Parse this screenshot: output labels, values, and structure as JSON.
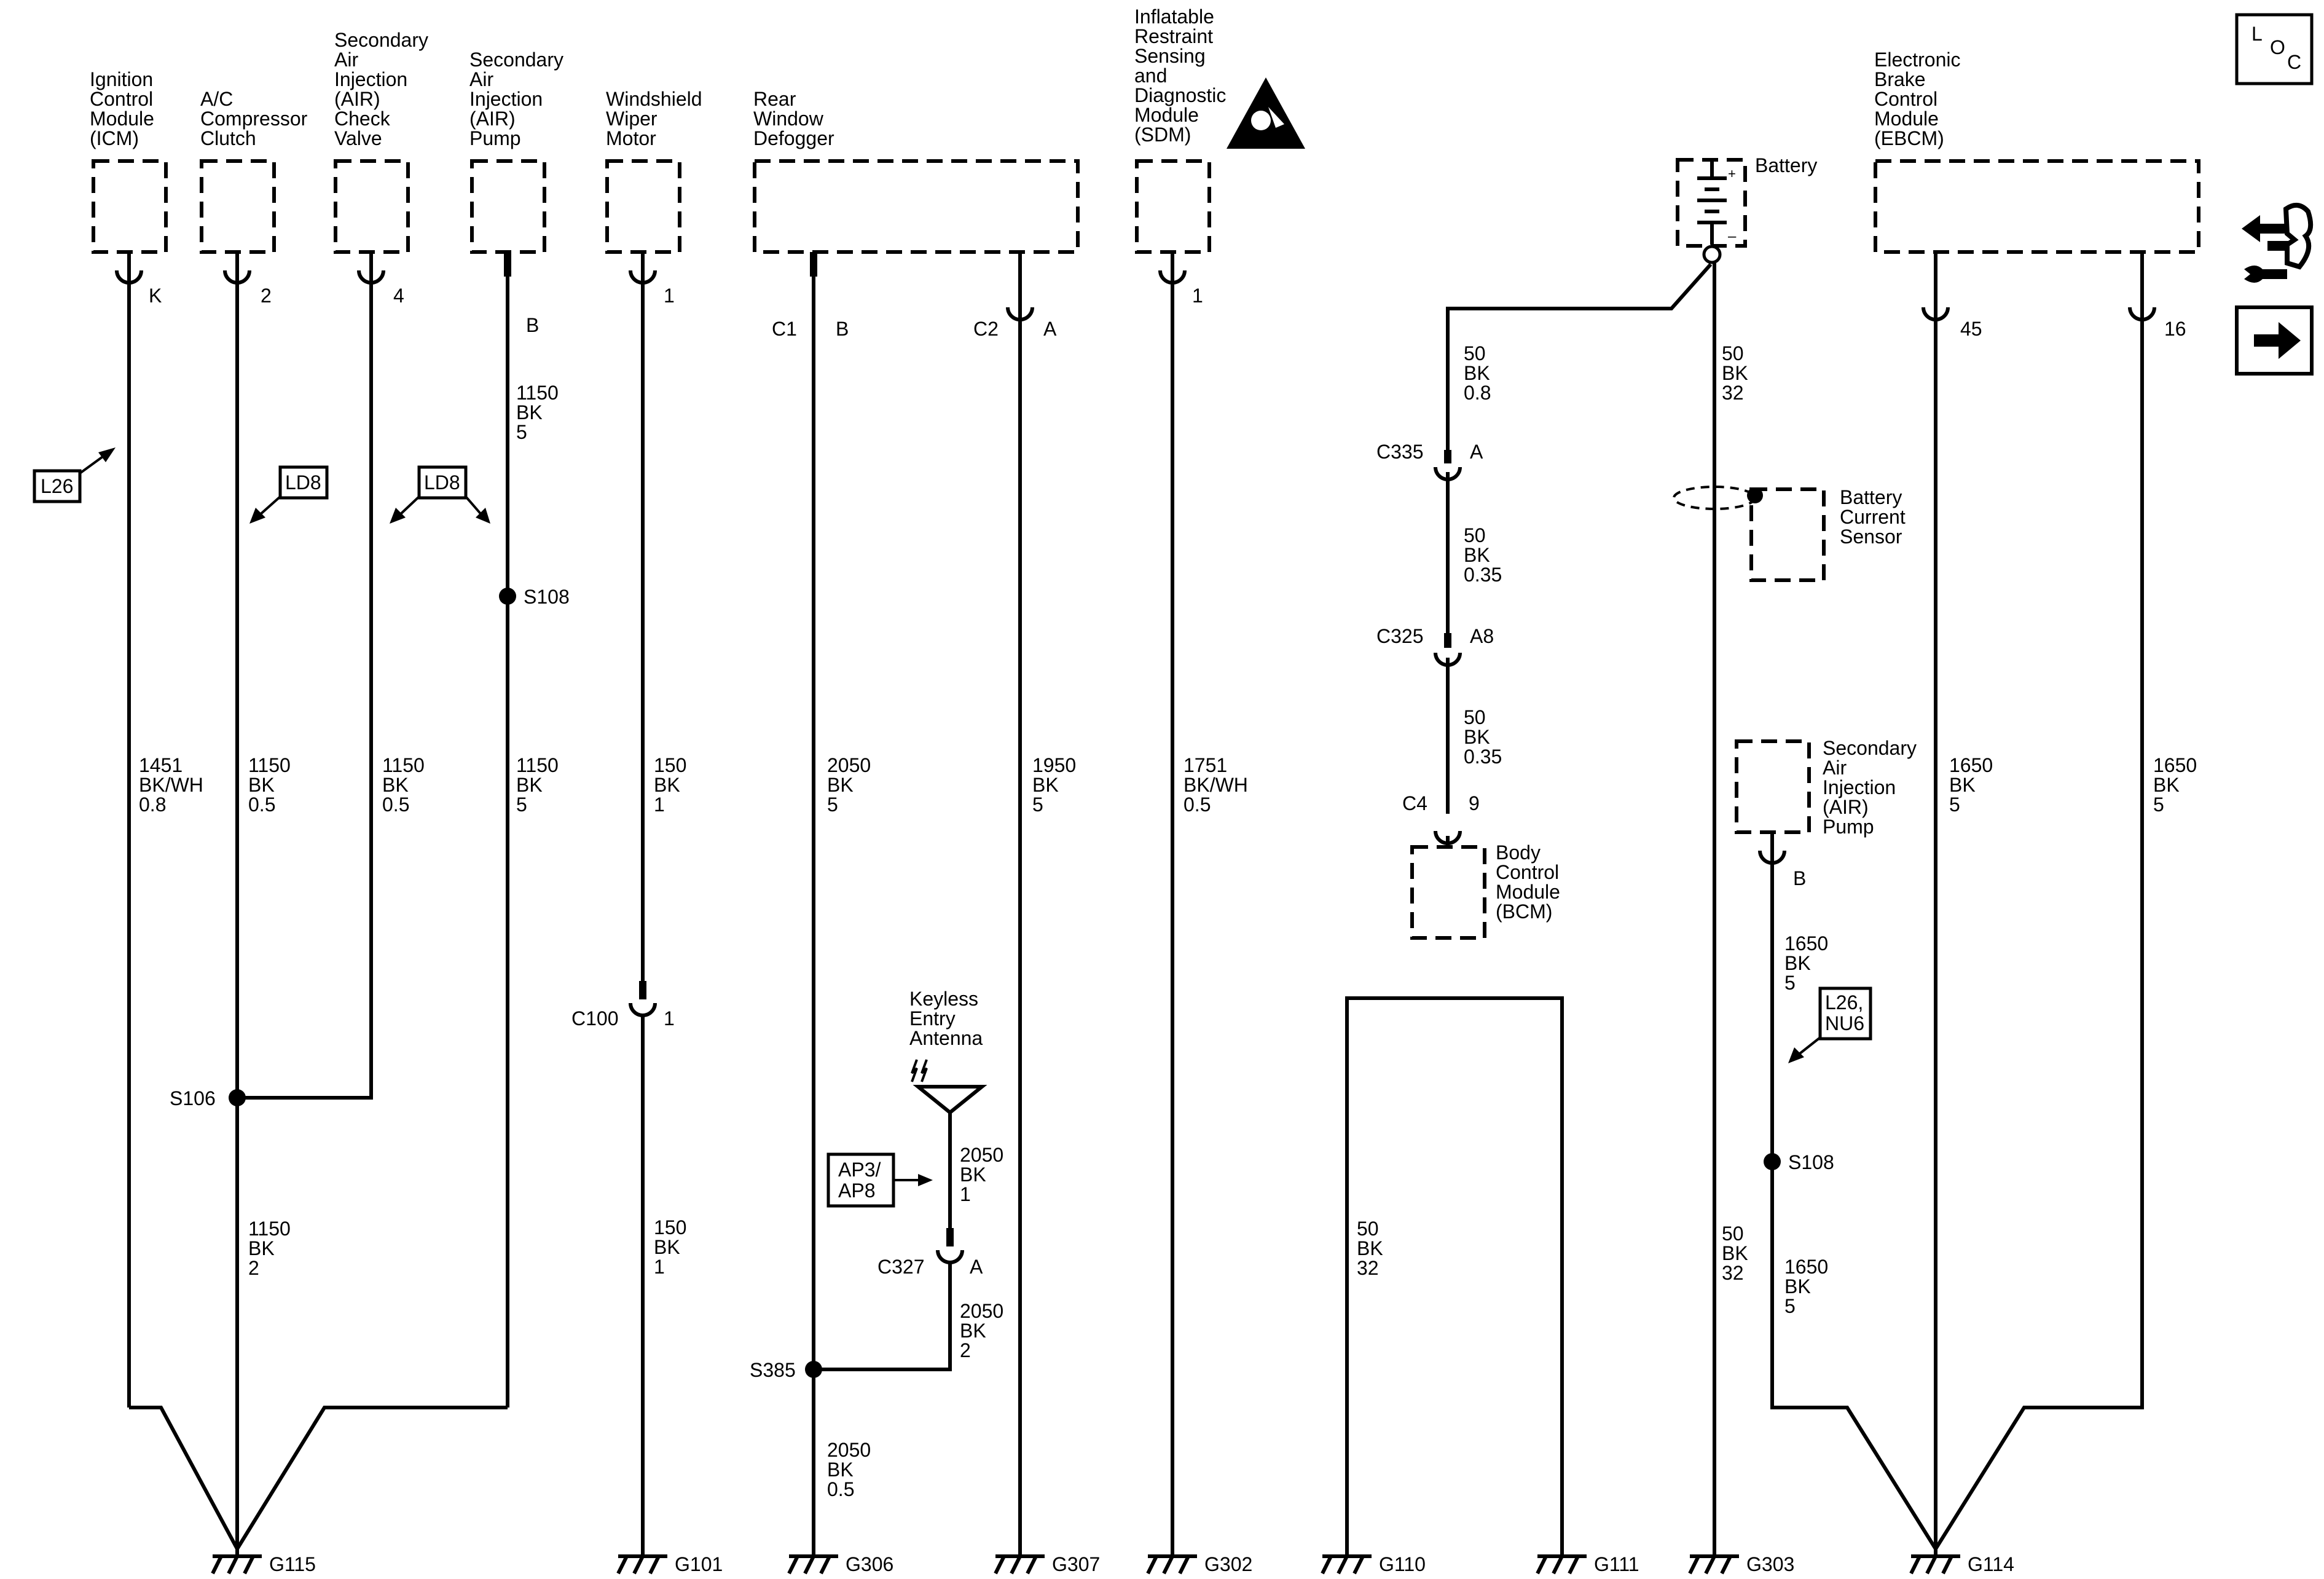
{
  "components": [
    {
      "id": "icm",
      "label_lines": [
        "Ignition",
        "Control",
        "Module",
        "(ICM)"
      ],
      "pin": "K"
    },
    {
      "id": "ac",
      "label_lines": [
        "A/C",
        "Compressor",
        "Clutch"
      ],
      "pin": "2"
    },
    {
      "id": "aircv",
      "label_lines": [
        "Secondary",
        "Air",
        "Injection",
        "(AIR)",
        "Check",
        "Valve"
      ],
      "pin": "4"
    },
    {
      "id": "airpump",
      "label_lines": [
        "Secondary",
        "Air",
        "Injection",
        "(AIR)",
        "Pump"
      ],
      "pin": "B"
    },
    {
      "id": "wiper",
      "label_lines": [
        "Windshield",
        "Wiper",
        "Motor"
      ],
      "pin": "1"
    },
    {
      "id": "defog",
      "label_lines": [
        "Rear",
        "Window",
        "Defogger"
      ],
      "pins": [
        {
          "conn": "C1",
          "pin": "B"
        },
        {
          "conn": "C2",
          "pin": "A"
        }
      ]
    },
    {
      "id": "sdm",
      "label_lines": [
        "Inflatable",
        "Restraint",
        "Sensing",
        "and",
        "Diagnostic",
        "Module",
        "(SDM)"
      ],
      "pin": "1"
    },
    {
      "id": "battery",
      "label_lines": [
        "Battery"
      ]
    },
    {
      "id": "ebcm",
      "label_lines": [
        "Electronic",
        "Brake",
        "Control",
        "Module",
        "(EBCM)"
      ],
      "pins": [
        "45",
        "16"
      ]
    },
    {
      "id": "bcs",
      "label_lines": [
        "Battery",
        "Current",
        "Sensor"
      ]
    },
    {
      "id": "bcm",
      "label_lines": [
        "Body",
        "Control",
        "Module",
        "(BCM)"
      ],
      "conn": "C4",
      "pin": "9"
    },
    {
      "id": "airpump2",
      "label_lines": [
        "Secondary",
        "Air",
        "Injection",
        "(AIR)",
        "Pump"
      ],
      "pin": "B"
    },
    {
      "id": "antenna",
      "label_lines": [
        "Keyless",
        "Entry",
        "Antenna"
      ]
    }
  ],
  "wires": [
    [
      "1451",
      "BK/WH",
      "0.8"
    ],
    [
      "1150",
      "BK",
      "0.5"
    ],
    [
      "1150",
      "BK",
      "0.5"
    ],
    [
      "1150",
      "BK",
      "5"
    ],
    [
      "1150",
      "BK",
      "5"
    ],
    [
      "1150",
      "BK",
      "2"
    ],
    [
      "150",
      "BK",
      "1"
    ],
    [
      "150",
      "BK",
      "1"
    ],
    [
      "2050",
      "BK",
      "5"
    ],
    [
      "1950",
      "BK",
      "5"
    ],
    [
      "1751",
      "BK/WH",
      "0.5"
    ],
    [
      "2050",
      "BK",
      "1"
    ],
    [
      "2050",
      "BK",
      "2"
    ],
    [
      "2050",
      "BK",
      "0.5"
    ],
    [
      "50",
      "BK",
      "0.8"
    ],
    [
      "50",
      "BK",
      "0.35"
    ],
    [
      "50",
      "BK",
      "0.35"
    ],
    [
      "50",
      "BK",
      "32"
    ],
    [
      "50",
      "BK",
      "32"
    ],
    [
      "50",
      "BK",
      "32"
    ],
    [
      "1650",
      "BK",
      "5"
    ],
    [
      "1650",
      "BK",
      "5"
    ],
    [
      "1650",
      "BK",
      "5"
    ],
    [
      "1650",
      "BK",
      "5"
    ]
  ],
  "splices": [
    "S108",
    "S106",
    "S385",
    "S108"
  ],
  "connectors": [
    {
      "name": "C100",
      "pin": "1"
    },
    {
      "name": "C327",
      "pin": "A"
    },
    {
      "name": "C335",
      "pin": "A"
    },
    {
      "name": "C325",
      "pin": "A8"
    }
  ],
  "grounds": [
    "G115",
    "G101",
    "G306",
    "G307",
    "G302",
    "G110",
    "G111",
    "G303",
    "G114"
  ],
  "options": [
    "L26",
    "LD8",
    "LD8",
    "AP3/",
    "AP8",
    "L26,",
    "NU6"
  ],
  "loc_icon": {
    "l": "L",
    "o": "O",
    "c": "C"
  }
}
